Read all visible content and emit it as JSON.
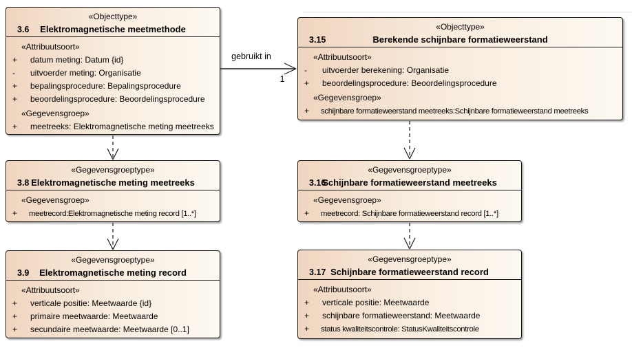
{
  "boxes": [
    {
      "id": "3.6",
      "stereotype": "«Objecttype»",
      "title": "Elektromagnetische meetmethode",
      "sections": [
        {
          "stereotype": "«Attribuutsoort»",
          "rows": [
            {
              "sign": "+",
              "text": "datum meting: Datum {id}"
            },
            {
              "sign": "-",
              "text": "uitvoerder meting: Organisatie"
            },
            {
              "sign": "+",
              "text": "bepalingsprocedure: Bepalingsprocedure"
            },
            {
              "sign": "+",
              "text": "beoordelingsprocedure: Beoordelingsprocedure"
            }
          ]
        },
        {
          "stereotype": "«Gegevensgroep»",
          "rows": [
            {
              "sign": "+",
              "text": "meetreeks: Elektromagnetische meting meetreeks"
            }
          ]
        }
      ]
    },
    {
      "id": "3.15",
      "stereotype": "«Objecttype»",
      "title": "Berekende schijnbare formatieweerstand",
      "sections": [
        {
          "stereotype": "«Attribuutsoort»",
          "rows": [
            {
              "sign": "-",
              "text": "uitvoerder berekening: Organisatie"
            },
            {
              "sign": "+",
              "text": "beoordelingsprocedure: Beoordelingsprocedure"
            }
          ]
        },
        {
          "stereotype": "«Gegevensgroep»",
          "rows": [
            {
              "sign": "+",
              "text": "schijnbare formatieweerstand meetreeks:Schijnbare formatieweerstand meetreeks"
            }
          ]
        }
      ]
    },
    {
      "id": "3.8",
      "stereotype": "«Gegevensgroeptype»",
      "title": "Elektromagnetische meting meetreeks",
      "sections": [
        {
          "stereotype": "«Gegevensgroep»",
          "rows": [
            {
              "sign": "+",
              "text": "meetrecord:Elektromagnetische meting record [1..*]"
            }
          ]
        }
      ]
    },
    {
      "id": "3.16",
      "stereotype": "«Gegevensgroeptype»",
      "title": "Schijnbare formatieweerstand meetreeks",
      "sections": [
        {
          "stereotype": "«Gegevensgroep»",
          "rows": [
            {
              "sign": "+",
              "text": "meetrecord: Schijnbare formatieweerstand record [1..*]"
            }
          ]
        }
      ]
    },
    {
      "id": "3.9",
      "stereotype": "«Gegevensgroeptype»",
      "title": "Elektromagnetische meting record",
      "sections": [
        {
          "stereotype": "«Attribuutsoort»",
          "rows": [
            {
              "sign": "+",
              "text": "verticale positie: Meetwaarde {id}"
            },
            {
              "sign": "+",
              "text": "primaire meetwaarde: Meetwaarde"
            },
            {
              "sign": "+",
              "text": "secundaire meetwaarde: Meetwaarde [0..1]"
            }
          ]
        }
      ]
    },
    {
      "id": "3.17",
      "stereotype": "«Gegevensgroeptype»",
      "title": "Schijnbare formatieweerstand record",
      "sections": [
        {
          "stereotype": "«Attribuutsoort»",
          "rows": [
            {
              "sign": "+",
              "text": "verticale positie: Meetwaarde"
            },
            {
              "sign": "+",
              "text": "schijnbare formatieweerstand: Meetwaarde"
            },
            {
              "sign": "+",
              "text": "status kwaliteitscontrole: StatusKwaliteitscontrole"
            }
          ]
        }
      ]
    }
  ],
  "connectors": {
    "association": {
      "label": "gebruikt in",
      "multiplicity": "1"
    }
  },
  "colors": {
    "box_fill_left": "#f0d5bf",
    "box_fill_right": "#fdf9f2",
    "box_border": "#161616",
    "connector": "#1a1a1a",
    "background": "#ffffff"
  }
}
